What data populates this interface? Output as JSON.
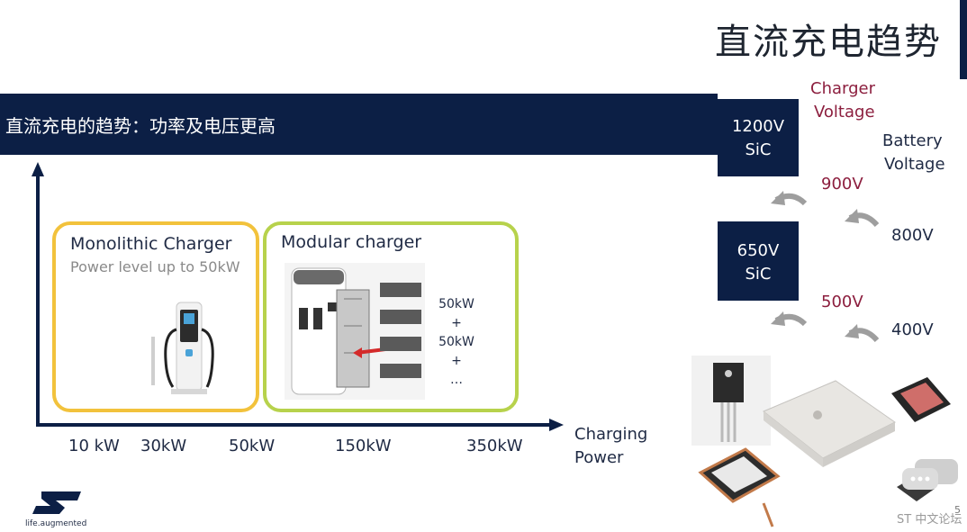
{
  "slide": {
    "title": "直流充电趋势",
    "banner_text": "直流充电的趋势：功率及电压更高"
  },
  "cards": {
    "monolithic": {
      "title": "Monolithic Charger",
      "subtitle": "Power level up to 50kW"
    },
    "modular": {
      "title": "Modular charger",
      "modules": [
        "50kW",
        "+",
        "50kW",
        "+",
        "…"
      ]
    }
  },
  "power_axis": {
    "ticks": [
      "10 kW",
      "30kW",
      "50kW",
      "150kW",
      "350kW"
    ],
    "label_line1": "Charging",
    "label_line2": "Power"
  },
  "voltage": {
    "charger_label_line1": "Charger",
    "charger_label_line2": "Voltage",
    "battery_label_line1": "Battery",
    "battery_label_line2": "Voltage",
    "sic_high": {
      "line1": "1200V",
      "line2": "SiC"
    },
    "sic_low": {
      "line1": "650V",
      "line2": "SiC"
    },
    "charger_values": [
      "900V",
      "500V"
    ],
    "battery_values": [
      "800V",
      "400V"
    ]
  },
  "brand": {
    "tagline": "life.augmented"
  },
  "watermark": {
    "text": "ST 中文论坛",
    "page": "5"
  },
  "colors": {
    "navy": "#0c1f45",
    "mono_border": "#f2c23c",
    "modular_border": "#b7d24c",
    "voltage_red": "#8c1e3e"
  }
}
